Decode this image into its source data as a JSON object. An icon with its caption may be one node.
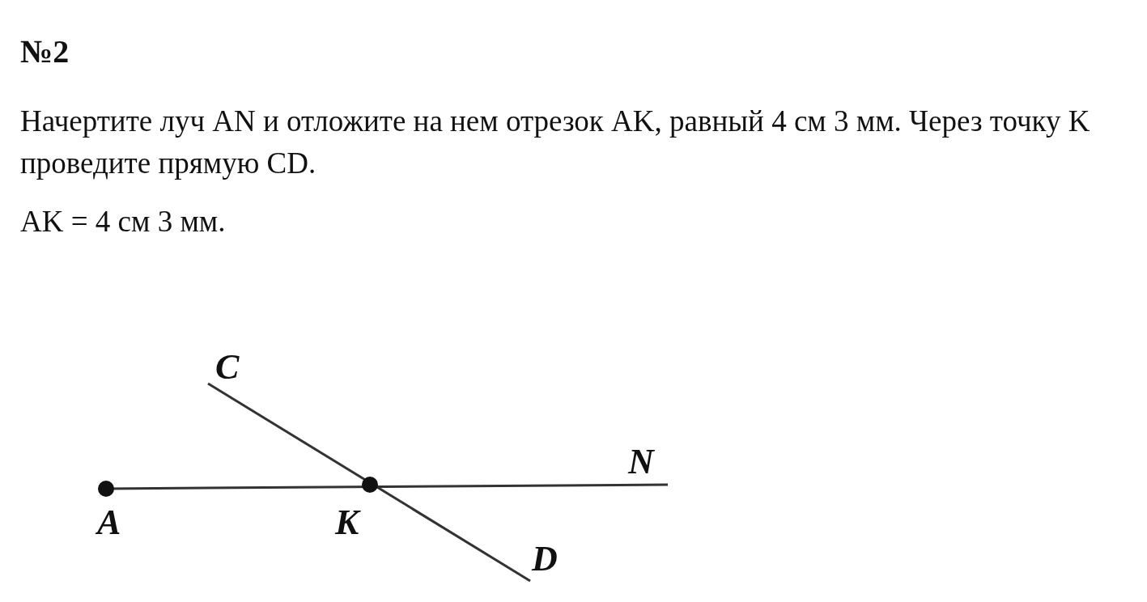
{
  "diagram": {
    "title": "№2",
    "labels": [
      "Начертите луч AN и отложите на нем отрезок AK, равный 4 см 3 мм. Через точку K проведите прямую CD.",
      "AK = 4 см 3 мм.",
      "C",
      "N",
      "A",
      "K",
      "D"
    ]
  }
}
